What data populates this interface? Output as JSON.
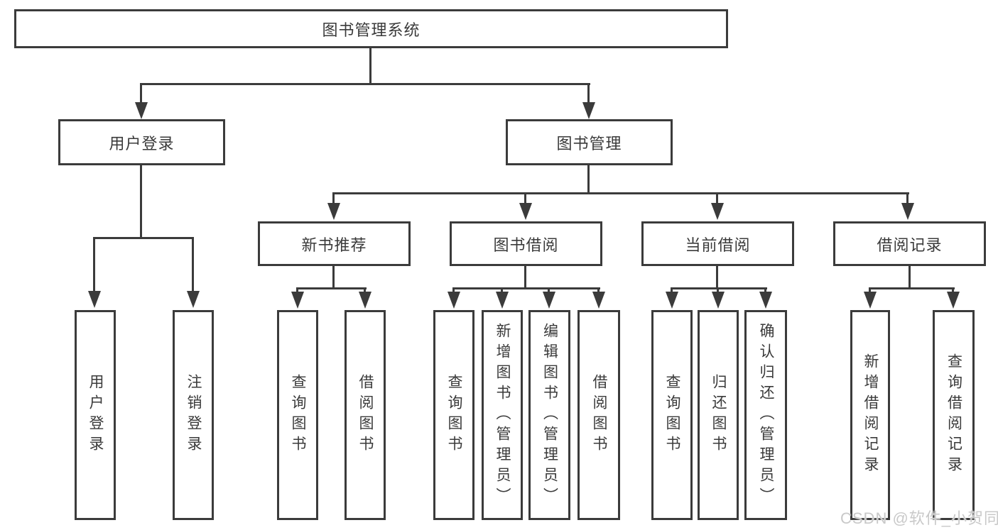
{
  "diagram": {
    "root": "图书管理系统",
    "user_login": {
      "label": "用户登录",
      "leaves": [
        "用户登录",
        "注销登录"
      ]
    },
    "book_management": {
      "label": "图书管理",
      "groups": [
        {
          "label": "新书推荐",
          "leaves": [
            "查询图书",
            "借阅图书"
          ]
        },
        {
          "label": "图书借阅",
          "leaves": [
            "查询图书",
            "新增图书（管理员）",
            "编辑图书（管理员）",
            "借阅图书"
          ]
        },
        {
          "label": "当前借阅",
          "leaves": [
            "查询图书",
            "归还图书",
            "确认归还（管理员）"
          ]
        },
        {
          "label": "借阅记录",
          "leaves": [
            "新增借阅记录",
            "查询借阅记录"
          ]
        }
      ]
    },
    "watermark": "CSDN @软件_小贺同学",
    "colors": {
      "line": "#3b3b3b",
      "text": "#3a3a3a",
      "watermark": "#c9c9c9",
      "background": "#ffffff"
    }
  }
}
